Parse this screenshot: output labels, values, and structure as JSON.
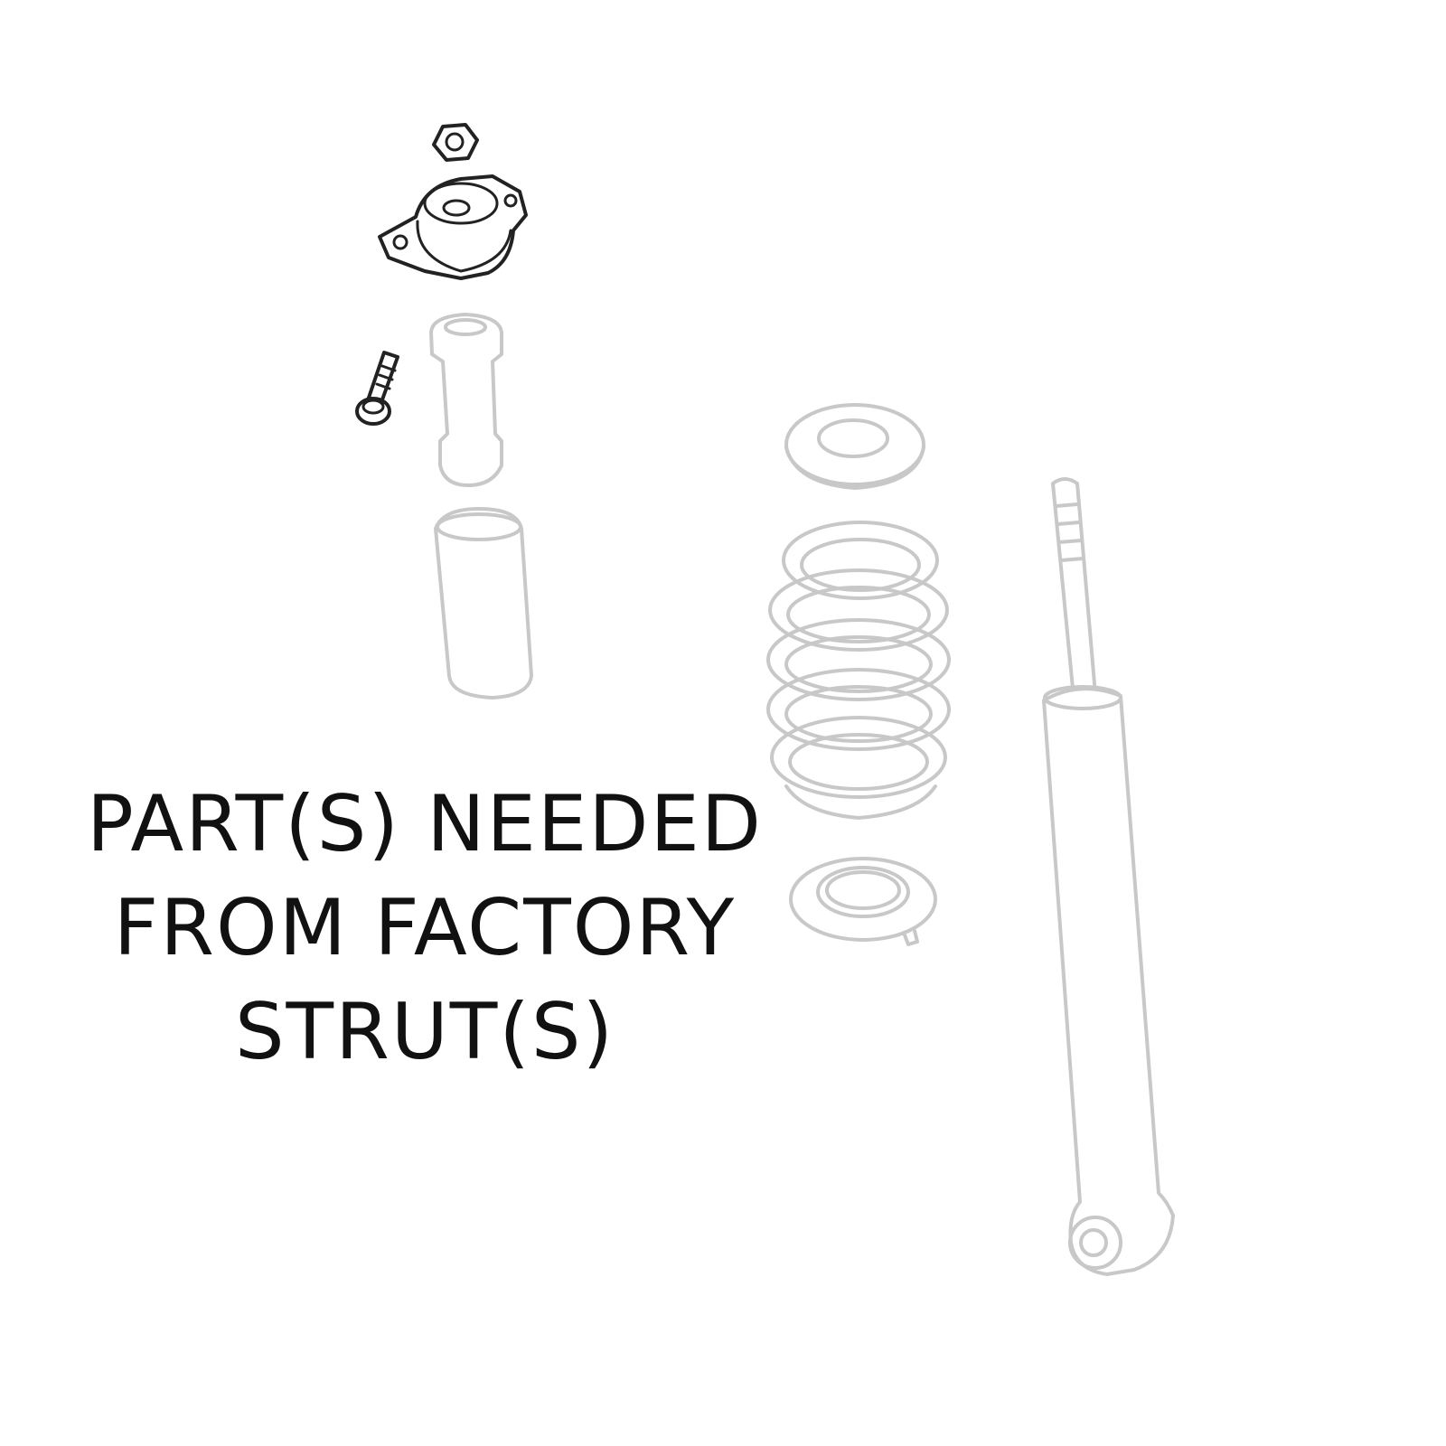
{
  "caption": {
    "lines": [
      "PART(S) NEEDED",
      "FROM FACTORY",
      "STRUT(S)"
    ]
  },
  "colors": {
    "highlight": "#222222",
    "faded": "#c8c8c8",
    "text": "#111111"
  }
}
